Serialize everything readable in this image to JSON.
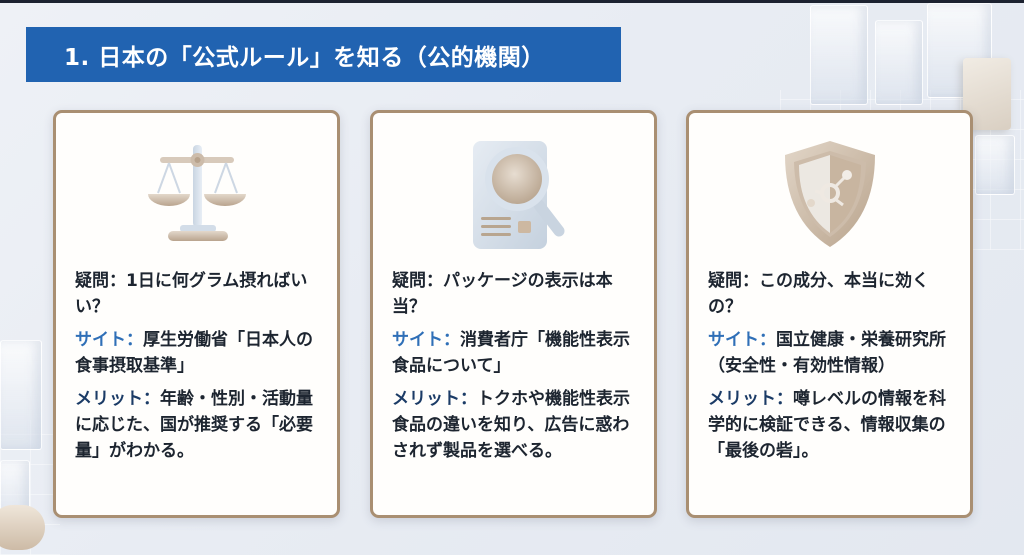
{
  "header": {
    "title": "1. 日本の「公式ルール」を知る（公的機関）",
    "bg_color": "#2163b1"
  },
  "cards": [
    {
      "icon": "balance-scale-icon",
      "question_label": "疑問：",
      "question": "1日に何グラム摂ればいい？",
      "site_label": "サイト：",
      "site": "厚生労働省「日本人の食事摂取基準」",
      "merit_label": "メリット：",
      "merit": "年齢・性別・活動量に応じた、国が推奨する「必要量」がわかる。"
    },
    {
      "icon": "document-magnifier-icon",
      "question_label": "疑問：",
      "question": "パッケージの表示は本当？",
      "site_label": "サイト：",
      "site": "消費者庁「機能性表示食品について」",
      "merit_label": "メリット：",
      "merit": "トクホや機能性表示食品の違いを知り、広告に惑わされず製品を選べる。"
    },
    {
      "icon": "shield-molecule-icon",
      "question_label": "疑問：",
      "question": "この成分、本当に効くの？",
      "site_label": "サイト：",
      "site": "国立健康・栄養研究所（安全性・有効性情報）",
      "merit_label": "メリット：",
      "merit": "噂レベルの情報を科学的に検証できる、情報収集の「最後の砦」。"
    }
  ],
  "colors": {
    "site_label": "#2f6fb7",
    "merit_label": "#1b3b66",
    "card_border": "#a98f72",
    "body_text": "#1d2530"
  }
}
